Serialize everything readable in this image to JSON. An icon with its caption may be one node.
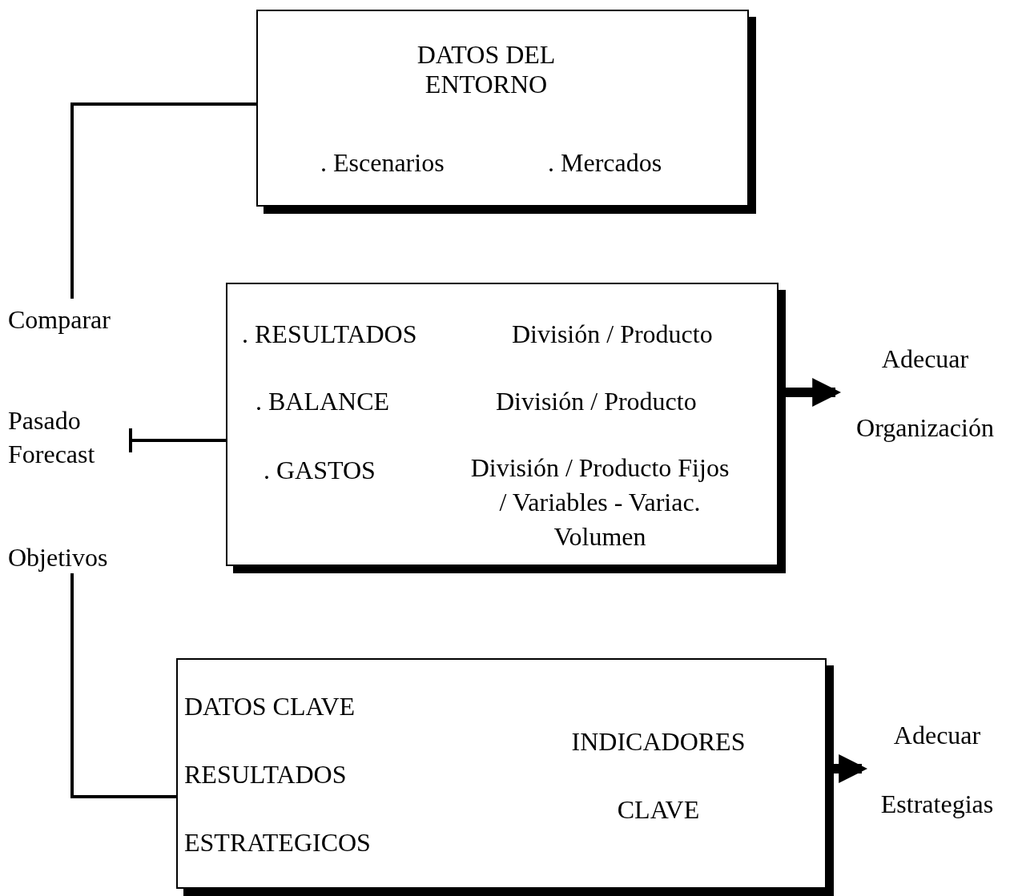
{
  "diagram": {
    "nodes": [
      {
        "text": [
          "DATOS DEL ENTORNO",
          ". Escenarios",
          ". Mercados"
        ]
      },
      {
        "text": [
          ". RESULTADOS",
          "División / Producto",
          ". BALANCE",
          "División / Producto",
          ". GASTOS",
          "División / Producto Fijos / Variables - Variac. Volumen"
        ]
      },
      {
        "text": [
          "DATOS CLAVE RESULTADOS ESTRATEGICOS",
          "INDICADORES CLAVE"
        ]
      },
      {
        "text": [
          "Comparar"
        ]
      },
      {
        "text": [
          "Pasado Forecast"
        ]
      },
      {
        "text": [
          "Objetivos"
        ]
      },
      {
        "text": [
          "Adecuar Organización"
        ]
      },
      {
        "text": [
          "Adecuar Estrategias"
        ]
      }
    ],
    "edges": [
      {
        "from": 3,
        "to": 0,
        "arrow": "none"
      },
      {
        "from": 4,
        "to": 1,
        "arrow": "other"
      },
      {
        "from": 5,
        "to": 2,
        "arrow": "none"
      },
      {
        "from": 1,
        "to": 6,
        "arrow": "to",
        "style": "thick"
      },
      {
        "from": 2,
        "to": 7,
        "arrow": "to",
        "style": "thick"
      }
    ]
  }
}
